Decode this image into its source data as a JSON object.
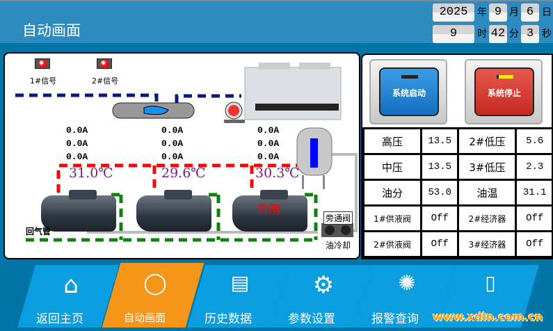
{
  "header": {
    "title": "自动画面"
  },
  "datetime": {
    "year": "2025",
    "year_unit": "年",
    "month": "9",
    "month_unit": "月",
    "day": "6",
    "day_unit": "日",
    "hour": "9",
    "hour_unit": "时",
    "minute": "42",
    "minute_unit": "分",
    "second": "3",
    "second_unit": "秒"
  },
  "signals": [
    {
      "label": "1#信号",
      "state": "red"
    },
    {
      "label": "2#信号",
      "state": "red"
    }
  ],
  "compressors": [
    {
      "currents": [
        "0.0A",
        "0.0A",
        "0.0A"
      ],
      "temp": "31.0℃"
    },
    {
      "currents": [
        "0.0A",
        "0.0A",
        "0.0A"
      ],
      "temp": "29.6℃"
    },
    {
      "currents": [
        "0.0A",
        "0.0A",
        "0.0A"
      ],
      "temp": "30.3℃",
      "status": "禁用"
    }
  ],
  "labels": {
    "return_pipe": "回气管",
    "bypass_valve": "旁通阀",
    "oil_cooling": "油冷却"
  },
  "buttons": {
    "start": "系统启动",
    "stop": "系统停止"
  },
  "params": [
    [
      "高压",
      "13.5",
      "2#低压",
      "5.6"
    ],
    [
      "中压",
      "13.5",
      "3#低压",
      "2.3"
    ],
    [
      "油分",
      "53.0",
      "油温",
      "31.1"
    ],
    [
      "1#供液阀",
      "Off",
      "2#经济器",
      "Off"
    ],
    [
      "2#供液阀",
      "Off",
      "3#经济器",
      "Off"
    ]
  ],
  "nav": [
    {
      "label": "返回主页",
      "icon": "home-icon"
    },
    {
      "label": "自动画面",
      "icon": "monitor-icon",
      "active": true
    },
    {
      "label": "历史数据",
      "icon": "chart-tablet-icon"
    },
    {
      "label": "参数设置",
      "icon": "gear-icon"
    },
    {
      "label": "报警查询",
      "icon": "lightbulb-icon"
    },
    {
      "label": "",
      "icon": "book-icon"
    }
  ],
  "watermark": "www.xdln.com.cn",
  "colors": {
    "header": "#2e8bc0",
    "background": "#0075a6",
    "nav": "#0a9de0",
    "nav_active": "#f5951a",
    "start": "#1a7fd0",
    "stop": "#d8352e"
  }
}
